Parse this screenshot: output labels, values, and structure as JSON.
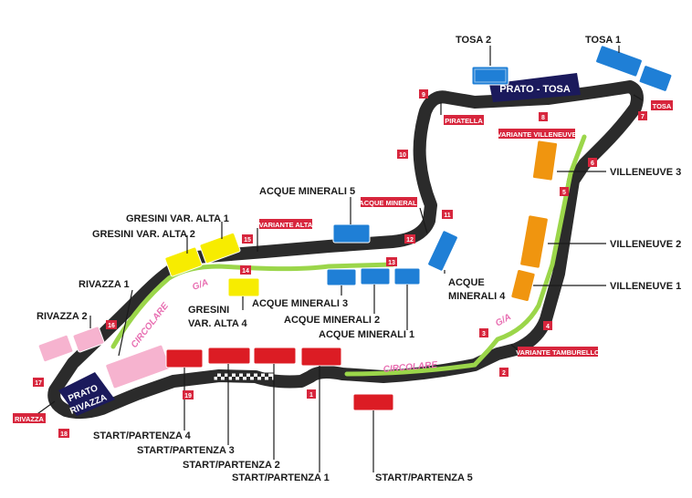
{
  "colors": {
    "track": "#2b2b2b",
    "circolare": "#9bd64a",
    "blue": "#1f7fd6",
    "orange": "#f0950f",
    "red": "#dc1c24",
    "yellow": "#f7ec00",
    "pink": "#f6b3cf",
    "navy": "#1b1a5c",
    "marker": "#d7263d",
    "circolare_text": "#e86fb2"
  },
  "corner_numbers": [
    "1",
    "2",
    "3",
    "4",
    "5",
    "6",
    "7",
    "8",
    "9",
    "10",
    "11",
    "12",
    "13",
    "14",
    "15",
    "16",
    "17",
    "18",
    "19"
  ],
  "corner_names": {
    "piratella": "PIRATELLA",
    "tosa": "TOSA",
    "variante_villeneuve": "VARIANTE VILLENEUVE",
    "acque_minerali": "ACQUE MINERALI",
    "variante_alta": "VARIANTE ALTA",
    "variante_tamburello": "VARIANTE TAMBURELLO",
    "rivazza": "RIVAZZA"
  },
  "zones": {
    "prato_tosa": "PRATO - TOSA",
    "prato_rivazza_1": "PRATO",
    "prato_rivazza_2": "RIVAZZA"
  },
  "road_labels": {
    "circolare_1": "CIRCOLARE",
    "ga_1": "G/A",
    "circolare_2": "CIRCOLARE",
    "ga_2": "G/A"
  },
  "stands": {
    "tosa2": "TOSA 2",
    "tosa1": "TOSA 1",
    "villeneuve3": "VILLENEUVE 3",
    "villeneuve2": "VILLENEUVE 2",
    "villeneuve1": "VILLENEUVE 1",
    "acque5": "ACQUE MINERALI 5",
    "acque4_line1": "ACQUE",
    "acque4_line2": "MINERALI 4",
    "acque3": "ACQUE MINERALI 3",
    "acque2": "ACQUE MINERALI 2",
    "acque1": "ACQUE MINERALI 1",
    "gresini1": "GRESINI VAR. ALTA 1",
    "gresini2": "GRESINI VAR. ALTA 2",
    "gresini4_line1": "GRESINI",
    "gresini4_line2": "VAR. ALTA 4",
    "rivazza1": "RIVAZZA 1",
    "rivazza2": "RIVAZZA 2",
    "start4": "START/PARTENZA 4",
    "start3": "START/PARTENZA 3",
    "start2": "START/PARTENZA 2",
    "start1": "START/PARTENZA 1",
    "start5": "START/PARTENZA 5"
  }
}
